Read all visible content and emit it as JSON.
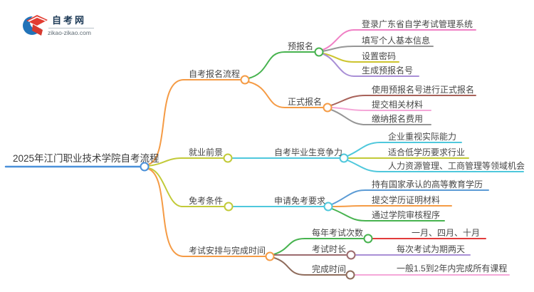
{
  "logo": {
    "title": "自考网",
    "domain": "zikao-zikao.com",
    "icon_blue": "#2273b8",
    "icon_red": "#e23c31",
    "icon_red_dark": "#d63a2f"
  },
  "root": {
    "label": "2025年江门职业技术学院自考流程"
  },
  "branches": [
    {
      "label": "自考报名流程",
      "children": [
        {
          "label": "预报名",
          "children": [
            "登录广东省自学考试管理系统",
            "填写个人基本信息",
            "设置密码",
            "生成预报名号"
          ]
        },
        {
          "label": "正式报名",
          "children": [
            "使用预报名号进行正式报名",
            "提交相关材料",
            "缴纳报名费用"
          ]
        }
      ]
    },
    {
      "label": "就业前景",
      "children": [
        {
          "label": "自考毕业生竞争力",
          "children": [
            "企业重视实际能力",
            "适合低学历要求行业",
            "人力资源管理、工商管理等领域机会"
          ]
        }
      ]
    },
    {
      "label": "免考条件",
      "children": [
        {
          "label": "申请免考要求",
          "children": [
            "持有国家承认的高等教育学历",
            "提交学历证明材料",
            "通过学院审核程序"
          ]
        }
      ]
    },
    {
      "label": "考试安排与完成时间",
      "children": [
        {
          "label": "每年考试次数",
          "children": [
            "一月、四月、十月"
          ]
        },
        {
          "label": "考试时长",
          "children": [
            "每次考试为期两天"
          ]
        },
        {
          "label": "完成时间",
          "children": [
            "一般1.5到2年内完成所有课程"
          ]
        }
      ]
    }
  ],
  "palette": {
    "rootBlue": "#4a90d9",
    "orange": "#f59b45",
    "olive": "#c2ca38",
    "cyan": "#4fc8dc",
    "green": "#47b34f",
    "pink": "#f080c5",
    "lightPink": "#f5a7d8",
    "gray": "#969696",
    "yellow": "#cdc42e",
    "purple": "#a98fd6",
    "darkRed": "#a8625a",
    "maroon": "#9c6b6e",
    "brown": "#8f6c5c",
    "blue": "#5b9bd5",
    "red": "#e23b3b"
  }
}
